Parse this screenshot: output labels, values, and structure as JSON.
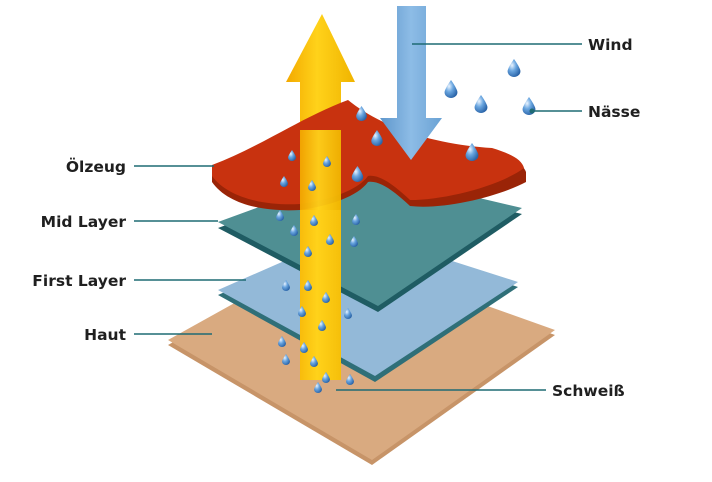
{
  "labels": {
    "wind": "Wind",
    "naesse": "Nässe",
    "oelzeug": "Ölzeug",
    "mid_layer": "Mid Layer",
    "first_layer": "First Layer",
    "haut": "Haut",
    "schweiss": "Schweiß"
  },
  "colors": {
    "haut": "#d9aa80",
    "first_layer": "#93b9d8",
    "mid_layer": "#4f8f93",
    "oelzeug": "#c8320f",
    "vapor_arrow": "#f6c000",
    "wind_arrow": "#7fb0dc",
    "drop": "#3a7cc4",
    "leader_line": "#1f6b74"
  }
}
